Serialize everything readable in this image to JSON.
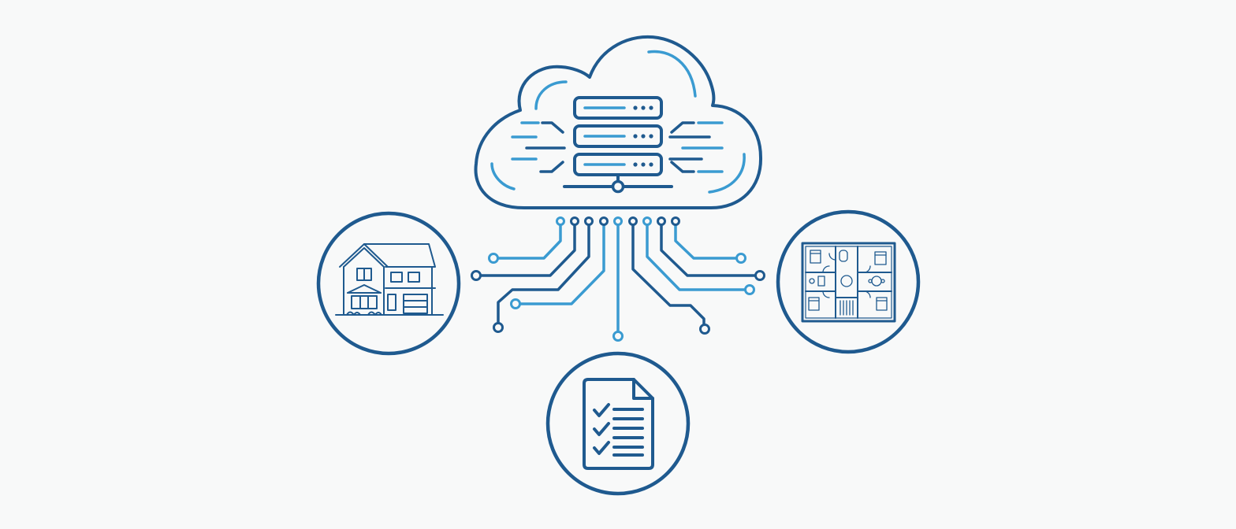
{
  "colors": {
    "background": "#f8f9f9",
    "dark_blue": "#1f5a8f",
    "light_blue": "#3a9bd1"
  },
  "diagram": {
    "center_node": {
      "icon": "cloud-server-icon"
    },
    "nodes": [
      {
        "id": "house",
        "icon": "house-icon"
      },
      {
        "id": "checklist",
        "icon": "checklist-document-icon"
      },
      {
        "id": "floor-plan",
        "icon": "floor-plan-icon"
      }
    ]
  }
}
